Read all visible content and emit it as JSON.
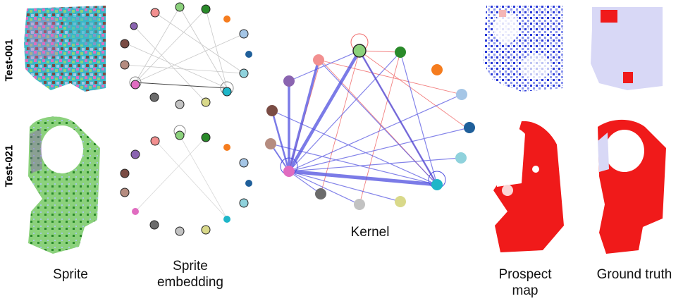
{
  "rows": [
    {
      "label": "Test-001"
    },
    {
      "label": "Test-021"
    }
  ],
  "captions": {
    "sprite": "Sprite",
    "sprite_embedding_line1": "Sprite",
    "sprite_embedding_line2": "embedding",
    "kernel": "Kernel",
    "prospect_line1": "Prospect",
    "prospect_line2": "map",
    "ground_truth": "Ground truth"
  },
  "colors": {
    "positive_edge": "#f06a6a",
    "negative_edge": "#5050e0",
    "heat_red": "#f01a1a",
    "heat_blue": "#2a3ad8",
    "background_mask": "#d8d8f6"
  },
  "node_colors": [
    "#8bd17c",
    "#2a8a2a",
    "#f57c1e",
    "#a5c6e6",
    "#1f5f9a",
    "#8fd2dc",
    "#1eb6c8",
    "#d9d98a",
    "#c2c2c2",
    "#6b6b6b",
    "#e06cc0",
    "#b58c80",
    "#7a4c44",
    "#8a64b0",
    "#f29090"
  ]
}
